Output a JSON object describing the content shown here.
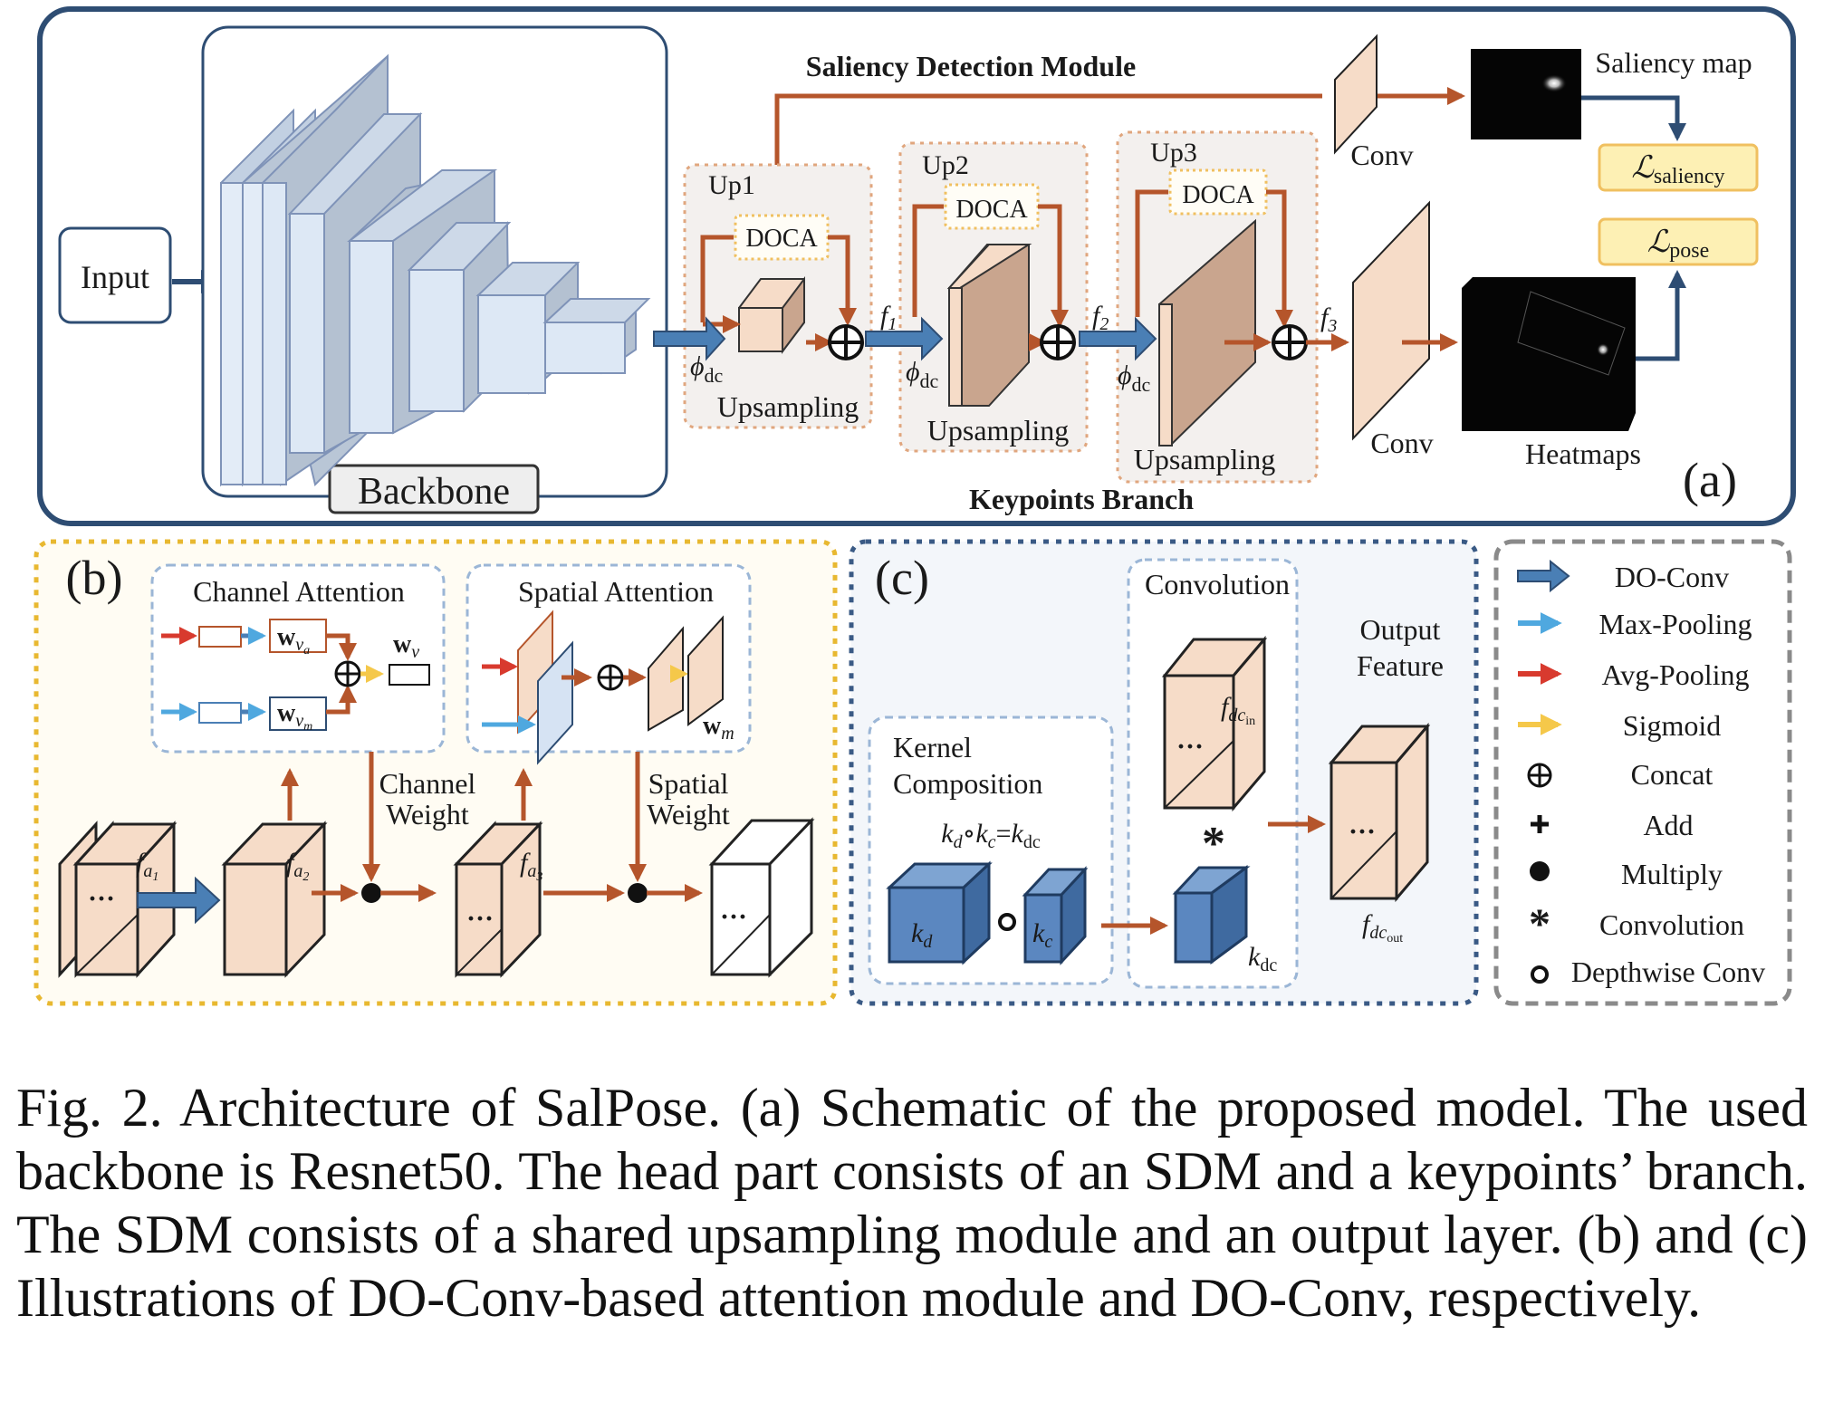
{
  "panel_a": {
    "tag": "(a)",
    "input": "Input",
    "backbone": "Backbone",
    "sdm_title": "Saliency Detection Module",
    "kb_title": "Keypoints Branch",
    "up": [
      "Up1",
      "Up2",
      "Up3"
    ],
    "doca": "DOCA",
    "upsampling": "Upsampling",
    "phi": "ϕ",
    "phi_sub": "dc",
    "f_main": "f",
    "f_subs": [
      "1",
      "2",
      "3"
    ],
    "conv": "Conv",
    "saliency_map": "Saliency map",
    "heatmaps": "Heatmaps",
    "loss_symbol": "ℒ",
    "loss_saliency": "saliency",
    "loss_pose": "pose"
  },
  "panel_b": {
    "tag": "(b)",
    "channel_attention": "Channel Attention",
    "spatial_attention": "Spatial Attention",
    "w_main": "w",
    "w_va_sub": "v",
    "w_va_subsub": "a",
    "w_vm_sub": "v",
    "w_vm_subsub": "m",
    "w_v_sub": "v",
    "w_m_sub": "m",
    "channel_weight": [
      "Channel",
      "Weight"
    ],
    "spatial_weight": [
      "Spatial",
      "Weight"
    ],
    "fa_main": "f",
    "fa_sub": "a",
    "fa_subsubs": [
      "1",
      "2",
      "3"
    ],
    "dots": "···"
  },
  "panel_c": {
    "tag": "(c)",
    "convolution": "Convolution",
    "output_feature": [
      "Output",
      "Feature"
    ],
    "kernel_composition": [
      "Kernel",
      "Composition"
    ],
    "kd": "k",
    "kd_sub": "d",
    "kc": "k",
    "kc_sub": "c",
    "kdc": "k",
    "kdc_sub": "dc",
    "circ": "∘",
    "equals": "=",
    "f_dc": "f",
    "f_dc_sub": "dc",
    "f_in_sub": "in",
    "f_out_sub": "out",
    "star": "*"
  },
  "legend": {
    "items": [
      {
        "label": "DO-Conv",
        "symbol": "arrow-blue-big"
      },
      {
        "label": "Max-Pooling",
        "symbol": "arrow-lightblue"
      },
      {
        "label": "Avg-Pooling",
        "symbol": "arrow-red"
      },
      {
        "label": "Sigmoid",
        "symbol": "arrow-yellow"
      },
      {
        "label": "Concat",
        "symbol": "oplus"
      },
      {
        "label": "Add",
        "symbol": "plus"
      },
      {
        "label": "Multiply",
        "symbol": "dot"
      },
      {
        "label": "Convolution",
        "symbol": "star"
      },
      {
        "label": "Depthwise Conv",
        "symbol": "circle"
      }
    ]
  },
  "colors": {
    "frame_a": "#2e4d73",
    "orange_arrow": "#b5552b",
    "blue_arrow": "#4a7fb5",
    "peach": "#f6dcc8",
    "backbone_face": "#dde8f5",
    "backbone_side": "#b7c6d8",
    "doca_border": "#f0c060",
    "loss_fill": "#fdf0b4",
    "panel_b_border": "#e8b830",
    "panel_c_border": "#3a5a85",
    "legend_border": "#8a8a8a",
    "kernel_blue": "#5b87c0"
  },
  "caption": "Fig. 2.  Architecture of SalPose. (a) Schematic of the proposed model. The used backbone is Resnet50. The head part consists of an SDM and a keypoints’ branch. The SDM consists of a shared upsampling module and an output layer. (b) and (c) Illustrations of DO-Conv-based attention module and DO-Conv, respectively."
}
